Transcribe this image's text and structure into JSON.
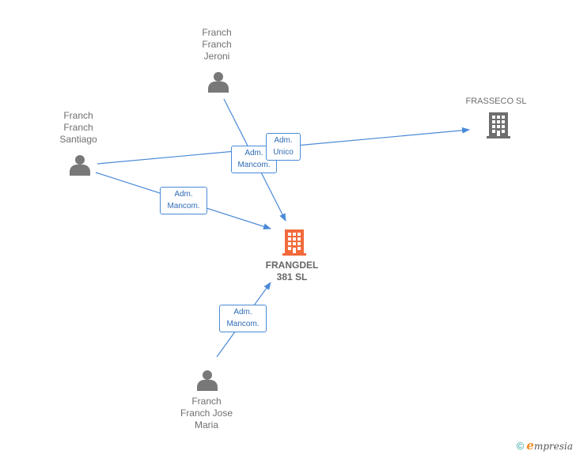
{
  "colors": {
    "edge": "#4a8ad6",
    "person_icon": "#787878",
    "company_main": "#f26a3c",
    "company_other": "#6e6e6e",
    "footer_brand": "#2aa39a"
  },
  "nodes": {
    "jeroni": {
      "type": "person",
      "icon": "person-icon",
      "label": [
        "Franch",
        "Franch",
        "Jeroni"
      ]
    },
    "santiago": {
      "type": "person",
      "icon": "person-icon",
      "label": [
        "Franch",
        "Franch",
        "Santiago"
      ]
    },
    "josemaria": {
      "type": "person",
      "icon": "person-icon",
      "label": [
        "Franch",
        "Franch Jose",
        "Maria"
      ]
    },
    "frasseco": {
      "type": "company",
      "icon": "building-icon",
      "label": [
        "FRASSECO SL"
      ]
    },
    "frangdel": {
      "type": "company-main",
      "icon": "building-icon",
      "label": [
        "FRANGDEL",
        "381 SL"
      ]
    }
  },
  "edges": {
    "jeroni_frangdel": {
      "from": "jeroni",
      "to": "frangdel",
      "label": [
        "Adm.",
        "Mancom."
      ]
    },
    "santiago_frasseco": {
      "from": "santiago",
      "to": "frasseco",
      "label": [
        "Adm.",
        "Unico"
      ]
    },
    "santiago_frangdel": {
      "from": "santiago",
      "to": "frangdel",
      "label": [
        "Adm.",
        "Mancom."
      ]
    },
    "josemaria_frangdel": {
      "from": "josemaria",
      "to": "frangdel",
      "label": [
        "Adm.",
        "Mancom."
      ]
    }
  },
  "footer": {
    "copyright_symbol": "©",
    "brand_initial": "e",
    "brand_rest": "mpresia"
  }
}
